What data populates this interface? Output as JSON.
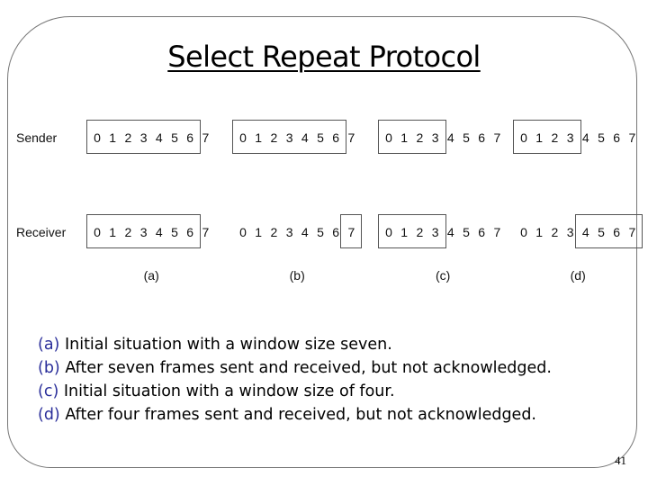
{
  "slide": {
    "title": "Select Repeat Protocol",
    "page_number": "41"
  },
  "diagram": {
    "row_labels": [
      "Sender",
      "Receiver"
    ],
    "sequence_numbers": [
      "0",
      "1",
      "2",
      "3",
      "4",
      "5",
      "6",
      "7"
    ],
    "panels": [
      {
        "label": "(a)",
        "sender_window": [
          0,
          6
        ],
        "receiver_window": [
          0,
          6
        ]
      },
      {
        "label": "(b)",
        "sender_window": [
          0,
          6
        ],
        "receiver_window": [
          7,
          7
        ]
      },
      {
        "label": "(c)",
        "sender_window": [
          0,
          3
        ],
        "receiver_window": [
          0,
          3
        ]
      },
      {
        "label": "(d)",
        "sender_window": [
          0,
          3
        ],
        "receiver_window": [
          4,
          7
        ]
      }
    ]
  },
  "captions": [
    {
      "tag": "(a)",
      "text": " Initial situation with a window size seven."
    },
    {
      "tag": "(b)",
      "text": " After seven frames sent and received, but not acknowledged."
    },
    {
      "tag": "(c)",
      "text": " Initial situation with a window size of four."
    },
    {
      "tag": "(d)",
      "text": " After four frames sent and received, but not acknowledged."
    }
  ]
}
